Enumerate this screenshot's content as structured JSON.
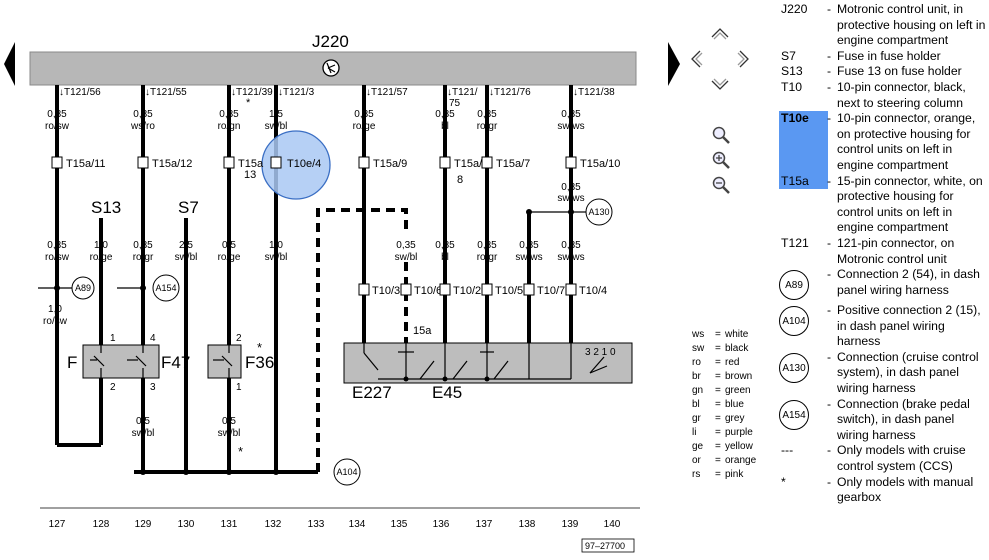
{
  "title": "J220",
  "diagram_number": "97–27700",
  "tracks": [
    "127",
    "128",
    "129",
    "130",
    "131",
    "132",
    "133",
    "134",
    "135",
    "136",
    "137",
    "138",
    "139",
    "140"
  ],
  "top_connectors": [
    {
      "pin": "T121/56",
      "size": "0,35",
      "color": "ro/sw"
    },
    {
      "pin": "T121/55",
      "size": "0,35",
      "color": "ws/ro"
    },
    {
      "pin": "T121/39",
      "size": "0,35",
      "color": "ro/gn",
      "star": "*"
    },
    {
      "pin": "T121/3",
      "size": "1,5",
      "color": "sw/bl"
    },
    {
      "pin": "T121/57",
      "size": "0,35",
      "color": "ro/ge"
    },
    {
      "pin_line1": "T121/",
      "pin_line2": "75",
      "size": "0,35",
      "color": "bl"
    },
    {
      "pin": "T121/76",
      "size": "0,35",
      "color": "ro/gr"
    },
    {
      "pin": "T121/38",
      "size": "0,35",
      "color": "sw/ws"
    }
  ],
  "fuse_connectors": [
    {
      "name": "T15a/11"
    },
    {
      "name": "T15a/12"
    },
    {
      "name_line1": "T15a",
      "name_line2": "13"
    },
    {
      "name": "T10e/4"
    },
    {
      "name": "T15a/9"
    },
    {
      "name_line1": "T15a/",
      "name_line2": "8"
    },
    {
      "name": "T15a/7"
    },
    {
      "name": "T15a/10"
    }
  ],
  "fuses": {
    "s13": "S13",
    "s7": "S7"
  },
  "mid_labels": [
    {
      "size": "0,35",
      "color": "ro/sw"
    },
    {
      "size": "1,0",
      "color": "ro/ge"
    },
    {
      "size": "0,35",
      "color": "ro/gr"
    },
    {
      "size": "2,5",
      "color": "sw/bl"
    },
    {
      "size": "0,5",
      "color": "ro/ge"
    },
    {
      "size": "1,0",
      "color": "sw/bl"
    },
    {
      "size": "0,35",
      "color": "sw/bl"
    },
    {
      "size": "0,35",
      "color": "bl"
    },
    {
      "size": "0,35",
      "color": "ro/gr"
    },
    {
      "size": "0,35",
      "color": "sw/ws"
    },
    {
      "size": "0,35",
      "color": "sw/ws"
    }
  ],
  "extra_labels": {
    "after_T15a10_size": "0,35",
    "after_T15a10_color": "sw/ws",
    "left_size": "1,0",
    "left_color": "ro/sw",
    "s15a": "15a"
  },
  "t10_connectors": [
    "T10/3",
    "T10/6",
    "T10/2",
    "T10/5",
    "T10/7",
    "T10/4"
  ],
  "switches": {
    "f": "F",
    "f47": "F47",
    "f36": "F36",
    "star": "*"
  },
  "pins": {
    "f_1": "1",
    "f_2": "2",
    "f47_4": "4",
    "f47_3": "3",
    "f36_2": "2",
    "f36_1": "1"
  },
  "bottom_labels": [
    {
      "size": "0,5",
      "color": "sw/bl"
    },
    {
      "size": "0,5",
      "color": "sw/bl"
    }
  ],
  "bottom_star": "*",
  "bubbles": {
    "a89": "A89",
    "a154": "A154",
    "a130": "A130",
    "a104": "A104"
  },
  "components": {
    "e227": "E227",
    "e45": "E45",
    "positions": "3 2 1 0"
  },
  "color_key": [
    {
      "code": "ws",
      "name": "white"
    },
    {
      "code": "sw",
      "name": "black"
    },
    {
      "code": "ro",
      "name": "red"
    },
    {
      "code": "br",
      "name": "brown"
    },
    {
      "code": "gn",
      "name": "green"
    },
    {
      "code": "bl",
      "name": "blue"
    },
    {
      "code": "gr",
      "name": "grey"
    },
    {
      "code": "li",
      "name": "purple"
    },
    {
      "code": "ge",
      "name": "yellow"
    },
    {
      "code": "or",
      "name": "orange"
    },
    {
      "code": "rs",
      "name": "pink"
    }
  ],
  "legend": [
    {
      "code": "J220",
      "desc": "Motronic control unit, in protective housing on left in engine compartment"
    },
    {
      "code": "S7",
      "desc": "Fuse in fuse holder"
    },
    {
      "code": "S13",
      "desc": "Fuse 13 on fuse holder"
    },
    {
      "code": "T10",
      "desc": "10-pin connector, black, next to steering column"
    },
    {
      "code": "T10e",
      "desc": "10-pin connector, orange, on protective housing for control units on left in engine compartment",
      "highlight": true
    },
    {
      "code": "T15a",
      "desc": "15-pin connector, white, on protective housing for control units on left in engine compartment"
    },
    {
      "code": "T121",
      "desc": "121-pin connector, on Motronic control unit"
    },
    {
      "circle": "A89",
      "desc": "Connection 2 (54), in dash panel wiring harness"
    },
    {
      "circle": "A104",
      "desc": "Positive connection 2 (15), in dash panel wiring harness"
    },
    {
      "circle": "A130",
      "desc": "Connection (cruise control system), in dash panel wiring harness"
    },
    {
      "circle": "A154",
      "desc": "Connection (brake pedal switch), in dash panel wiring harness"
    },
    {
      "code": "---",
      "desc": "Only models with cruise control system (CCS)"
    },
    {
      "code": "*",
      "desc": "Only models with manual gearbox"
    }
  ],
  "colors": {
    "bar": "#b7b7b7",
    "box": "#bdbdbd",
    "highlight": "#5a98f2",
    "bubble": "#a9c8f3"
  },
  "icons": [
    "nav-left-icon",
    "nav-right-icon",
    "pan-up-icon",
    "pan-down-icon",
    "pan-left-icon",
    "pan-right-icon",
    "zoom-icon",
    "zoom-in-icon",
    "zoom-out-icon",
    "ground-icon"
  ]
}
